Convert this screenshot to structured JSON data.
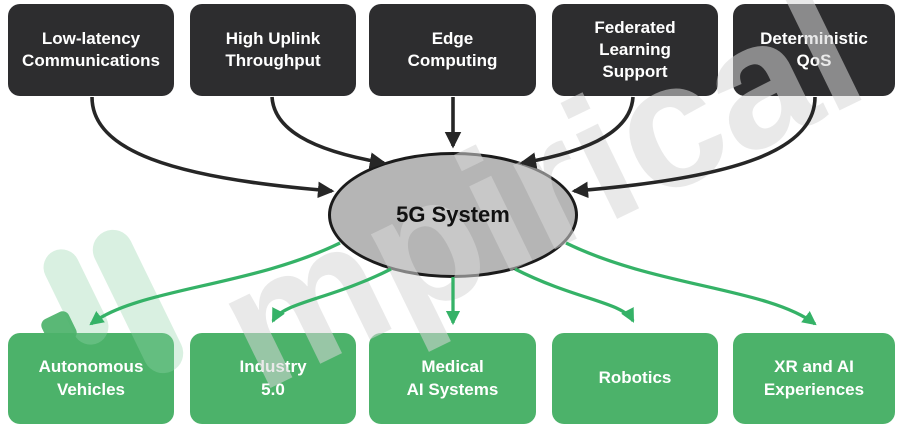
{
  "center": {
    "label": "5G System"
  },
  "inputs": [
    {
      "label": "Low-latency\nCommunications"
    },
    {
      "label": "High Uplink\nThroughput"
    },
    {
      "label": "Edge\nComputing"
    },
    {
      "label": "Federated\nLearning\nSupport"
    },
    {
      "label": "Deterministic\nQoS"
    }
  ],
  "outputs": [
    {
      "label": "Autonomous\nVehicles"
    },
    {
      "label": "Industry\n5.0"
    },
    {
      "label": "Medical\nAI Systems"
    },
    {
      "label": "Robotics"
    },
    {
      "label": "XR and AI\nExperiences"
    }
  ],
  "watermark": {
    "text": "mpirical"
  },
  "colors": {
    "input_box": "#2d2d2f",
    "output_box": "#4cb26a",
    "ellipse_fill": "#b5b5b5",
    "ellipse_border": "#1b1b1b",
    "arrow_in": "#262626",
    "arrow_out": "#35b267",
    "watermark_gray": "#e9e9e9",
    "watermark_green_light": "#d9f0e1",
    "watermark_green_accent": "#4cb26a",
    "text_on_boxes": "#ffffff",
    "text_on_ellipse": "#111111"
  }
}
